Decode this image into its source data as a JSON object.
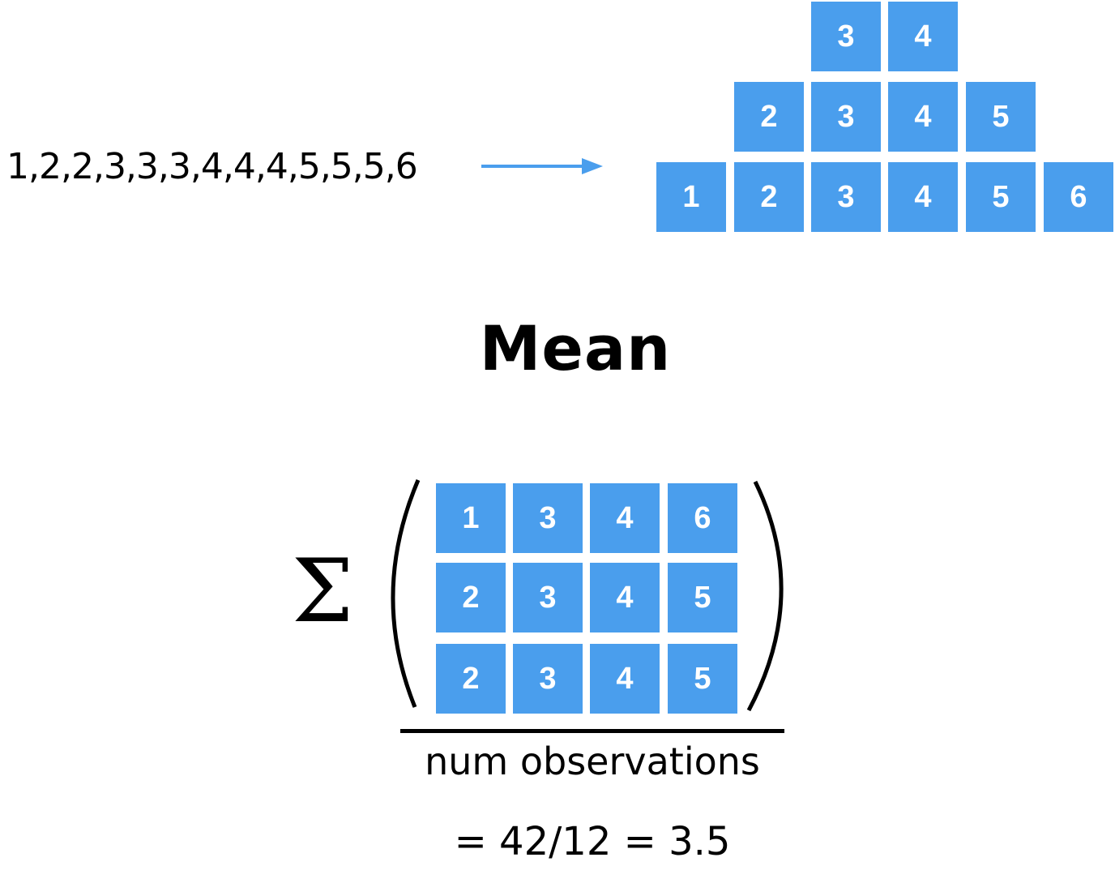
{
  "sequence_text": "1,2,2,3,3,3,4,4,4,5,5,5,6",
  "box_color": "#4a9eed",
  "histogram": {
    "row_top": [
      {
        "value": "3",
        "col": 2
      },
      {
        "value": "4",
        "col": 3
      }
    ],
    "row_middle": [
      {
        "value": "2",
        "col": 1
      },
      {
        "value": "3",
        "col": 2
      },
      {
        "value": "4",
        "col": 3
      },
      {
        "value": "5",
        "col": 4
      }
    ],
    "row_bottom": [
      {
        "value": "1",
        "col": 0
      },
      {
        "value": "2",
        "col": 1
      },
      {
        "value": "3",
        "col": 2
      },
      {
        "value": "4",
        "col": 3
      },
      {
        "value": "5",
        "col": 4
      },
      {
        "value": "6",
        "col": 5
      }
    ]
  },
  "title": "Mean",
  "sigma_symbol": "Σ",
  "grid": [
    [
      "1",
      "3",
      "4",
      "6"
    ],
    [
      "2",
      "3",
      "4",
      "5"
    ],
    [
      "2",
      "3",
      "4",
      "5"
    ]
  ],
  "denominator": "num observations",
  "result": "= 42/12 = 3.5"
}
